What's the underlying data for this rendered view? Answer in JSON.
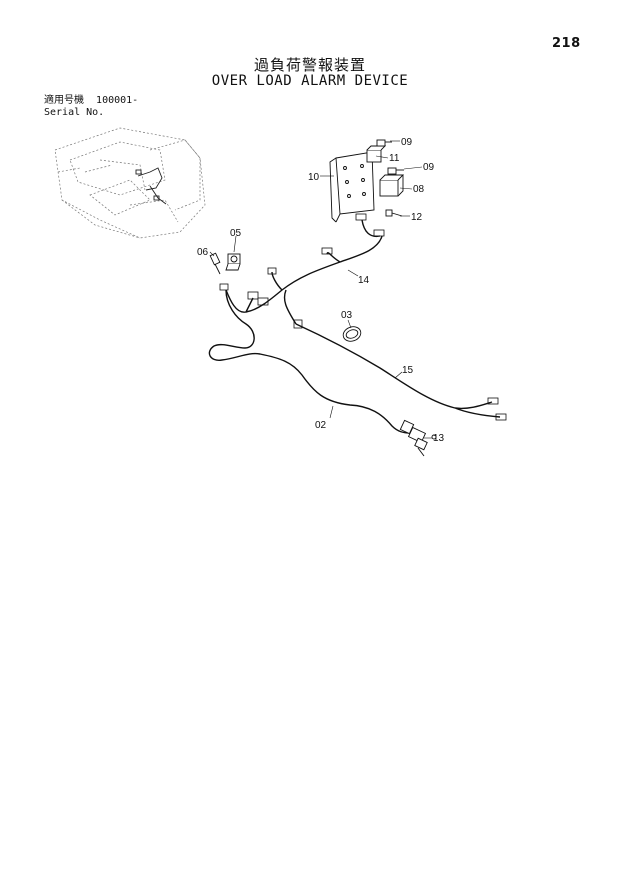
{
  "page_number": "218",
  "title_jp": "過負荷警報装置",
  "title_en": "OVER LOAD ALARM DEVICE",
  "applicability": {
    "label_jp": "適用号機",
    "serial_from": "100001-",
    "label_en": "Serial No."
  },
  "callouts": {
    "c09a": "09",
    "c09b": "09",
    "c11": "11",
    "c10": "10",
    "c08": "08",
    "c12": "12",
    "c05": "05",
    "c06": "06",
    "c14": "14",
    "c03": "03",
    "c15": "15",
    "c02": "02",
    "c13": "13"
  }
}
